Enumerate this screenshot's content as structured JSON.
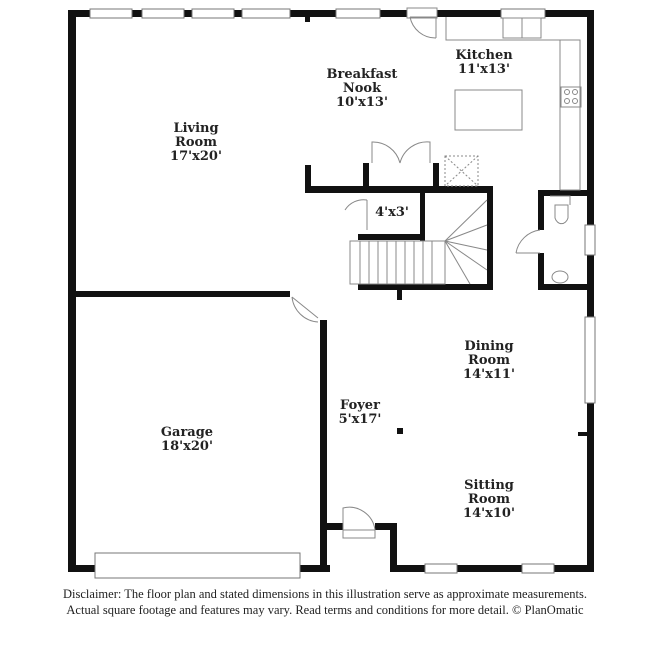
{
  "rooms": [
    {
      "name": "Living\nRoom",
      "line1": "Living",
      "line2": "Room",
      "dim": "17'x20'"
    },
    {
      "line1": "Breakfast",
      "line2": "Nook",
      "dim": "10'x13'"
    },
    {
      "line1": "Kitchen",
      "line2": "",
      "dim": "11'x13'"
    },
    {
      "line1": "",
      "line2": "",
      "dim": "4'x3'"
    },
    {
      "line1": "Garage",
      "line2": "",
      "dim": "18'x20'"
    },
    {
      "line1": "Foyer",
      "line2": "",
      "dim": "5'x17'"
    },
    {
      "line1": "Dining",
      "line2": "Room",
      "dim": "14'x11'"
    },
    {
      "line1": "Sitting",
      "line2": "Room",
      "dim": "14'x10'"
    }
  ],
  "disclaimer": {
    "line1": "Disclaimer: The floor plan and stated dimensions in this illustration serve as approximate measurements.",
    "line2": "Actual square footage and features may vary. Read terms and conditions for more detail. © PlanOmatic"
  },
  "colors": {
    "wall": "#111111",
    "fixture": "#888888"
  }
}
